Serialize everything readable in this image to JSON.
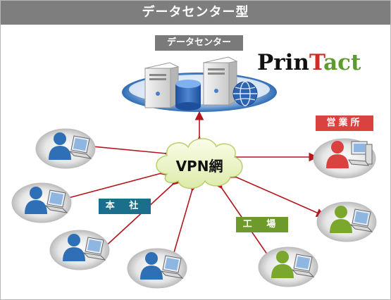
{
  "header": {
    "title": "データセンター型"
  },
  "labels": {
    "datacenter": "データセンター",
    "sales_office": "営業所",
    "headquarters": "本 社",
    "factory": "工 場"
  },
  "logo": {
    "part1": "Prin",
    "part2": "T",
    "part3": "act"
  },
  "network": {
    "label": "VPN網"
  },
  "colors": {
    "arrow": "#b3161b",
    "hq_user": "#2f6fb5",
    "office_user": "#d9423f",
    "factory_user": "#7aa72c",
    "cloud": "#eef5c4"
  }
}
